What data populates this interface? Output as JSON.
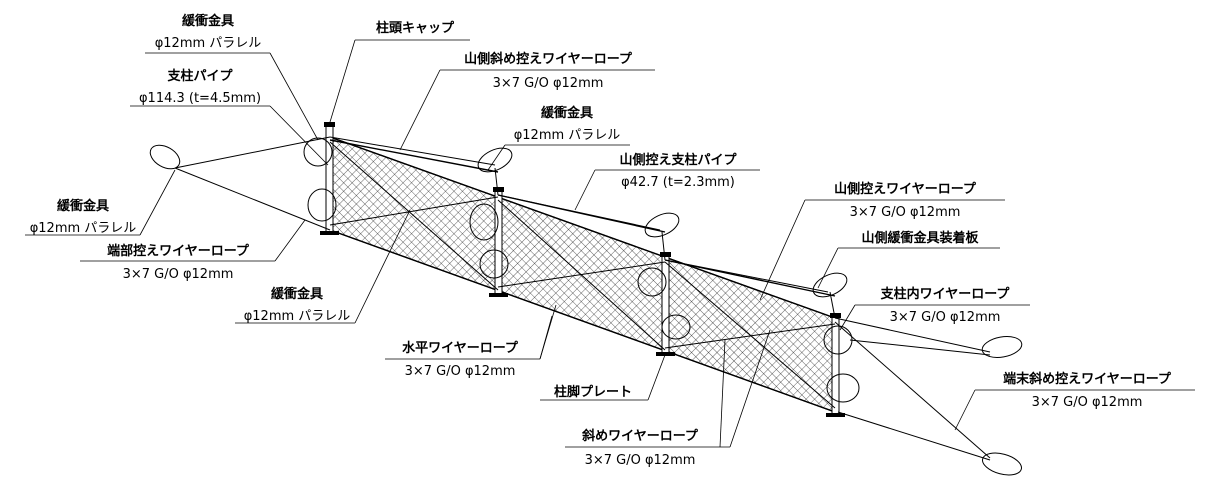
{
  "labels": {
    "buffer_top": {
      "title": "緩衝金具",
      "spec": "φ12mm パラレル"
    },
    "post_cap": {
      "title": "柱頭キャップ"
    },
    "post_pipe": {
      "title": "支柱パイプ",
      "spec": "φ114.3 (t=4.5mm)"
    },
    "mountain_diag_rope": {
      "title": "山側斜め控えワイヤーロープ",
      "spec": "3×7 G/O φ12mm"
    },
    "buffer_mid": {
      "title": "緩衝金具",
      "spec": "φ12mm パラレル"
    },
    "mountain_stay_pipe": {
      "title": "山側控え支柱パイプ",
      "spec": "φ42.7 (t=2.3mm)"
    },
    "buffer_left": {
      "title": "緩衝金具",
      "spec": "φ12mm パラレル"
    },
    "end_stay_rope": {
      "title": "端部控えワイヤーロープ",
      "spec": "3×7 G/O φ12mm"
    },
    "mountain_stay_rope": {
      "title": "山側控えワイヤーロープ",
      "spec": "3×7 G/O φ12mm"
    },
    "mountain_buffer_plate": {
      "title": "山側緩衝金具装着板"
    },
    "buffer_lower": {
      "title": "緩衝金具",
      "spec": "φ12mm パラレル"
    },
    "inner_post_rope": {
      "title": "支柱内ワイヤーロープ",
      "spec": "3×7 G/O φ12mm"
    },
    "horizontal_rope": {
      "title": "水平ワイヤーロープ",
      "spec": "3×7 G/O φ12mm"
    },
    "post_base_plate": {
      "title": "柱脚プレート"
    },
    "end_diag_rope": {
      "title": "端末斜め控えワイヤーロープ",
      "spec": "3×7 G/O φ12mm"
    },
    "diag_rope": {
      "title": "斜めワイヤーロープ",
      "spec": "3×7 G/O φ12mm"
    }
  }
}
